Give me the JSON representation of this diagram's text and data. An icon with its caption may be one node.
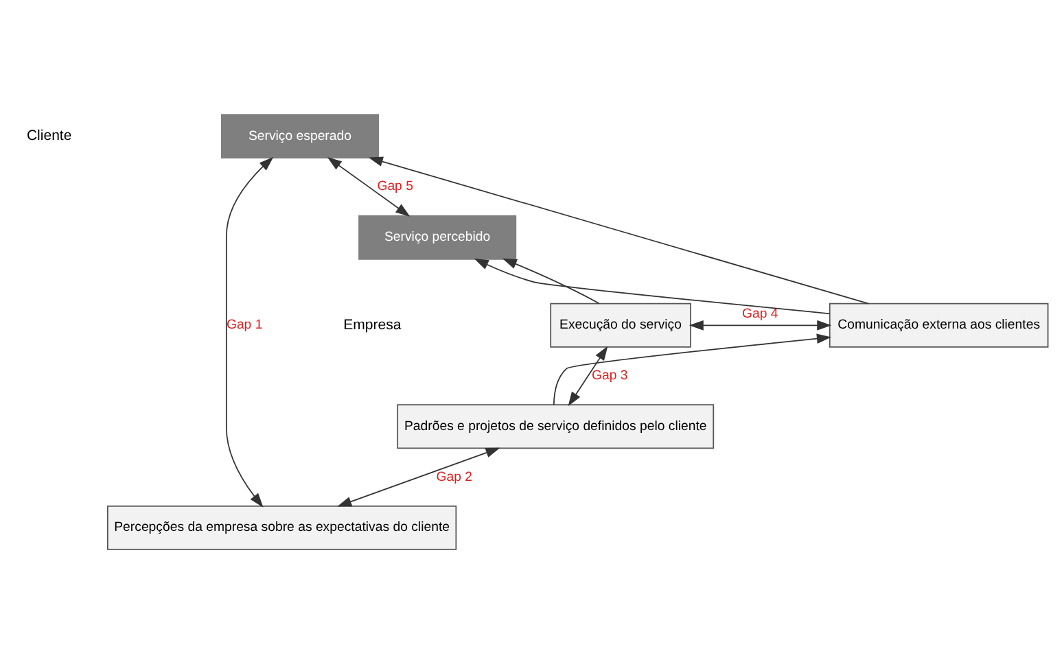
{
  "diagram": {
    "nodes": [
      {
        "text": [
          "Serviço esperado"
        ]
      },
      {
        "text": [
          "Serviço percebido"
        ]
      },
      {
        "text": [
          "Execução do serviço"
        ]
      },
      {
        "text": [
          "Comunicação externa aos clientes"
        ]
      },
      {
        "text": [
          "Padrões e projetos de serviço definidos pelo cliente"
        ]
      },
      {
        "text": [
          "Percepções da empresa sobre as expectativas do cliente"
        ]
      }
    ],
    "edges": [
      {
        "from": 0,
        "to": 1,
        "arrow": "both",
        "label": "Gap 5"
      },
      {
        "from": 2,
        "to": 1,
        "arrow": "to"
      },
      {
        "from": 3,
        "to": 0,
        "arrow": "to"
      },
      {
        "from": 3,
        "to": 1,
        "arrow": "to"
      },
      {
        "from": 2,
        "to": 3,
        "arrow": "both",
        "label": "Gap 4"
      },
      {
        "from": 2,
        "to": 4,
        "arrow": "both",
        "label": "Gap 3"
      },
      {
        "from": 4,
        "to": 3,
        "arrow": "to"
      },
      {
        "from": 4,
        "to": 5,
        "arrow": "both",
        "label": "Gap 2"
      },
      {
        "from": 0,
        "to": 5,
        "arrow": "both",
        "label": "Gap 1"
      }
    ],
    "labels": [
      "Cliente",
      "Empresa"
    ]
  }
}
